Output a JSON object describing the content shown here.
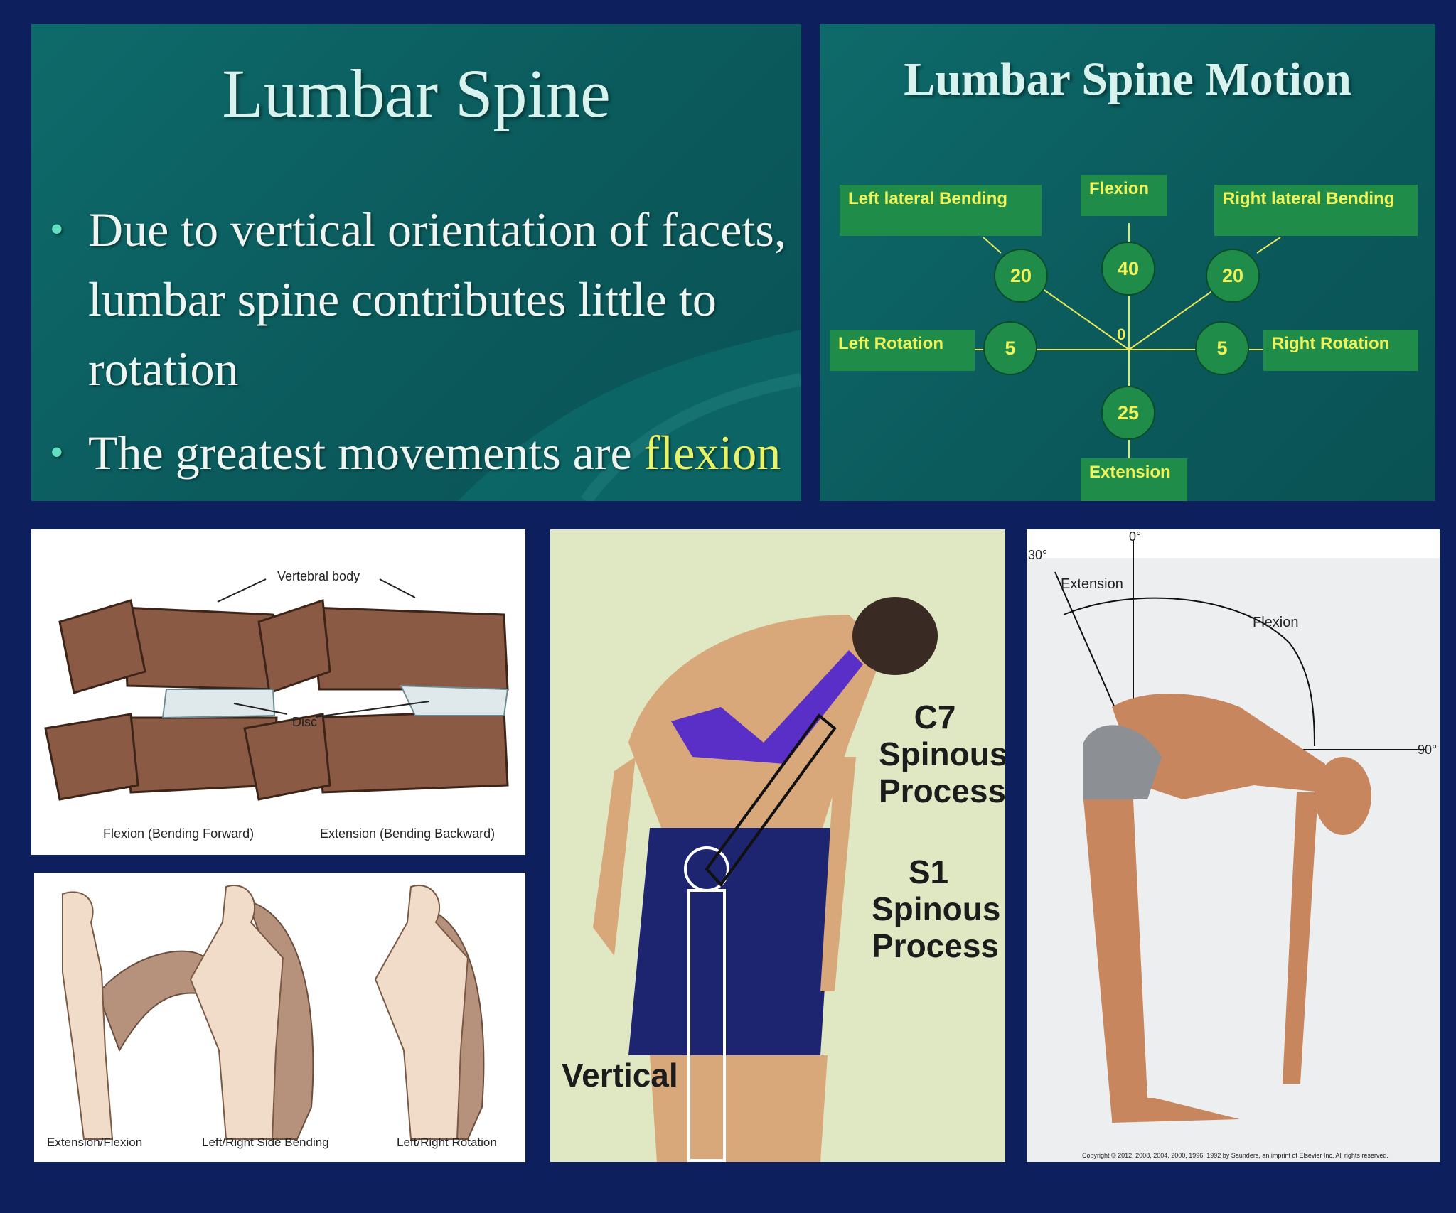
{
  "slide1": {
    "title": "Lumbar Spine",
    "bullet1": "Due to vertical orientation of facets, lumbar spine contributes little to rotation",
    "bullet2_prefix": "The greatest movements are ",
    "bullet2_highlight": "flexion and extension"
  },
  "slide2": {
    "title": "Lumbar Spine Motion",
    "labels": {
      "left_lateral": "Left lateral Bending",
      "flexion": "Flexion",
      "right_lateral": "Right lateral Bending",
      "left_rotation": "Left Rotation",
      "right_rotation": "Right Rotation",
      "extension": "Extension"
    },
    "values": {
      "left_lateral": "20",
      "flexion": "40",
      "right_lateral": "20",
      "left_rotation": "5",
      "right_rotation": "5",
      "extension": "25",
      "origin": "0"
    }
  },
  "vertebra_figure": {
    "vertebral_body": "Vertebral body",
    "disc": "Disc",
    "flexion_caption": "Flexion (Bending Forward)",
    "extension_caption": "Extension (Bending Backward)"
  },
  "motions_figure": {
    "caption1": "Extension/Flexion",
    "caption2": "Left/Right Side Bending",
    "caption3": "Left/Right Rotation"
  },
  "photo_figure": {
    "c7_line1": "C7",
    "c7_line2": "Spinous",
    "c7_line3": "Process",
    "s1_line1": "S1",
    "s1_line2": "Spinous",
    "s1_line3": "Process",
    "vertical": "Vertical"
  },
  "flexion_figure": {
    "deg0": "0°",
    "deg30": "30°",
    "deg90": "90°",
    "extension": "Extension",
    "flexion": "Flexion",
    "copyright": "Copyright © 2012, 2008, 2004, 2000, 1996, 1992 by Saunders, an imprint of Elsevier Inc. All rights reserved."
  },
  "colors": {
    "background": "#0d1f5c",
    "slide_teal": "#0e6a6a",
    "box_green": "#1f8c4a",
    "label_yellow": "#f0f25a",
    "highlight": "#e8f36a"
  }
}
